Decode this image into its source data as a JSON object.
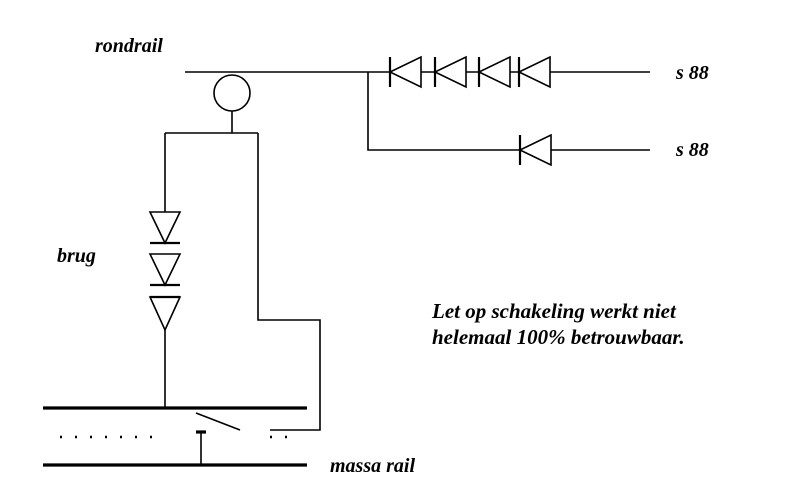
{
  "labels": {
    "rondrail": "rondrail",
    "s88_top": "s 88",
    "s88_bottom": "s 88",
    "brug": "brug",
    "massa_rail": "massa rail"
  },
  "note": {
    "line1": "Let op schakeling werkt niet",
    "line2": "helemaal 100% betrouwbaar."
  },
  "colors": {
    "background": "#ffffff",
    "ink": "#000000"
  }
}
